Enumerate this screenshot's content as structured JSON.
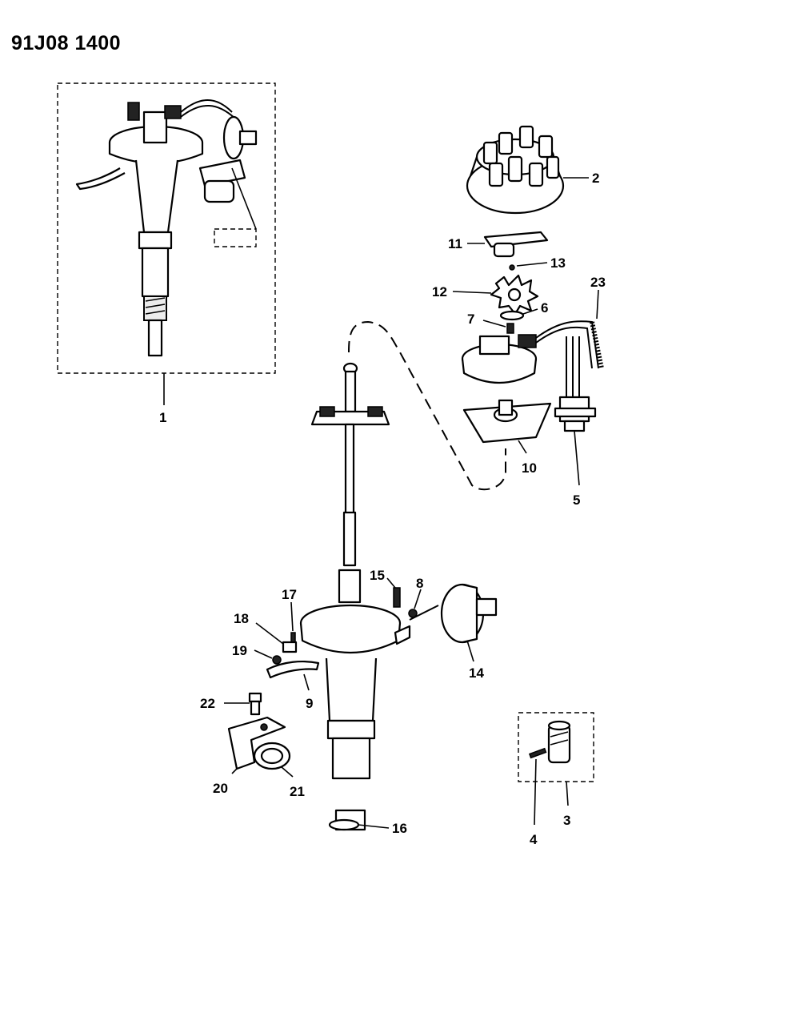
{
  "page_id": "91J08 1400",
  "callouts": [
    {
      "id": "1",
      "label": "1"
    },
    {
      "id": "2",
      "label": "2"
    },
    {
      "id": "3",
      "label": "3"
    },
    {
      "id": "4",
      "label": "4"
    },
    {
      "id": "5",
      "label": "5"
    },
    {
      "id": "6",
      "label": "6"
    },
    {
      "id": "7",
      "label": "7"
    },
    {
      "id": "8",
      "label": "8"
    },
    {
      "id": "9",
      "label": "9"
    },
    {
      "id": "10",
      "label": "10"
    },
    {
      "id": "11",
      "label": "11"
    },
    {
      "id": "12",
      "label": "12"
    },
    {
      "id": "13",
      "label": "13"
    },
    {
      "id": "14",
      "label": "14"
    },
    {
      "id": "15",
      "label": "15"
    },
    {
      "id": "16",
      "label": "16"
    },
    {
      "id": "17",
      "label": "17"
    },
    {
      "id": "18",
      "label": "18"
    },
    {
      "id": "19",
      "label": "19"
    },
    {
      "id": "20",
      "label": "20"
    },
    {
      "id": "21",
      "label": "21"
    },
    {
      "id": "22",
      "label": "22"
    },
    {
      "id": "23",
      "label": "23"
    }
  ]
}
